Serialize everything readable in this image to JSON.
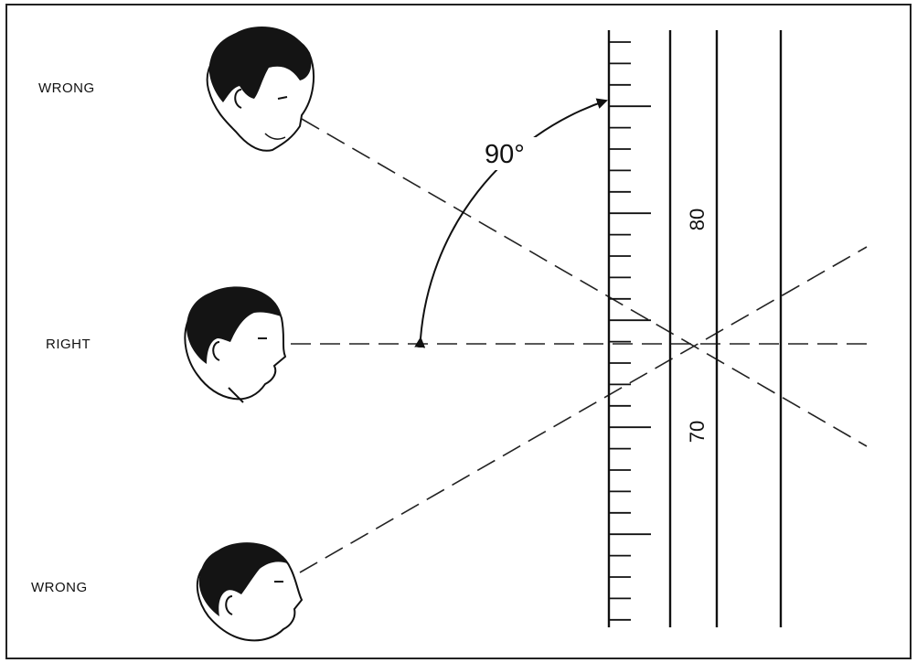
{
  "labels": {
    "top": "WRONG",
    "middle": "RIGHT",
    "bottom": "WRONG"
  },
  "angle": {
    "text": "90°"
  },
  "scale": {
    "upper": "80",
    "lower": "70"
  },
  "colors": {
    "ink": "#111111",
    "hair": "#141414",
    "skin": "#ffffff"
  }
}
